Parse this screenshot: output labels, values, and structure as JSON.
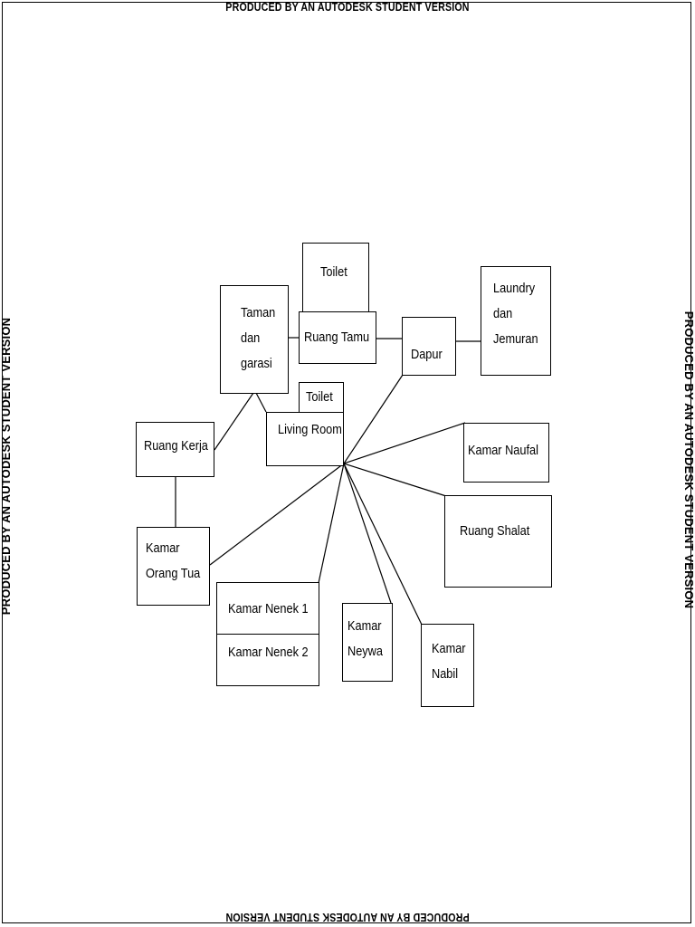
{
  "watermark": "PRODUCED BY AN AUTODESK STUDENT VERSION",
  "rooms": {
    "toilet_top": [
      "Toilet"
    ],
    "taman_garasi": [
      "Taman",
      "dan",
      "garasi"
    ],
    "ruang_tamu": [
      "Ruang Tamu"
    ],
    "dapur": [
      "Dapur"
    ],
    "laundry": [
      "Laundry",
      "dan",
      "Jemuran"
    ],
    "toilet_small": [
      "Toilet"
    ],
    "living_room": [
      "Living Room"
    ],
    "ruang_kerja": [
      "Ruang Kerja"
    ],
    "kamar_naufal": [
      "Kamar Naufal"
    ],
    "ruang_shalat": [
      "Ruang Shalat"
    ],
    "kamar_orang_tua": [
      "Kamar",
      "Orang Tua"
    ],
    "kamar_nenek_1": [
      "Kamar Nenek 1"
    ],
    "kamar_nenek_2": [
      "Kamar Nenek 2"
    ],
    "kamar_neywa": [
      "Kamar",
      "Neywa"
    ],
    "kamar_nabil": [
      "Kamar",
      "Nabil"
    ]
  }
}
